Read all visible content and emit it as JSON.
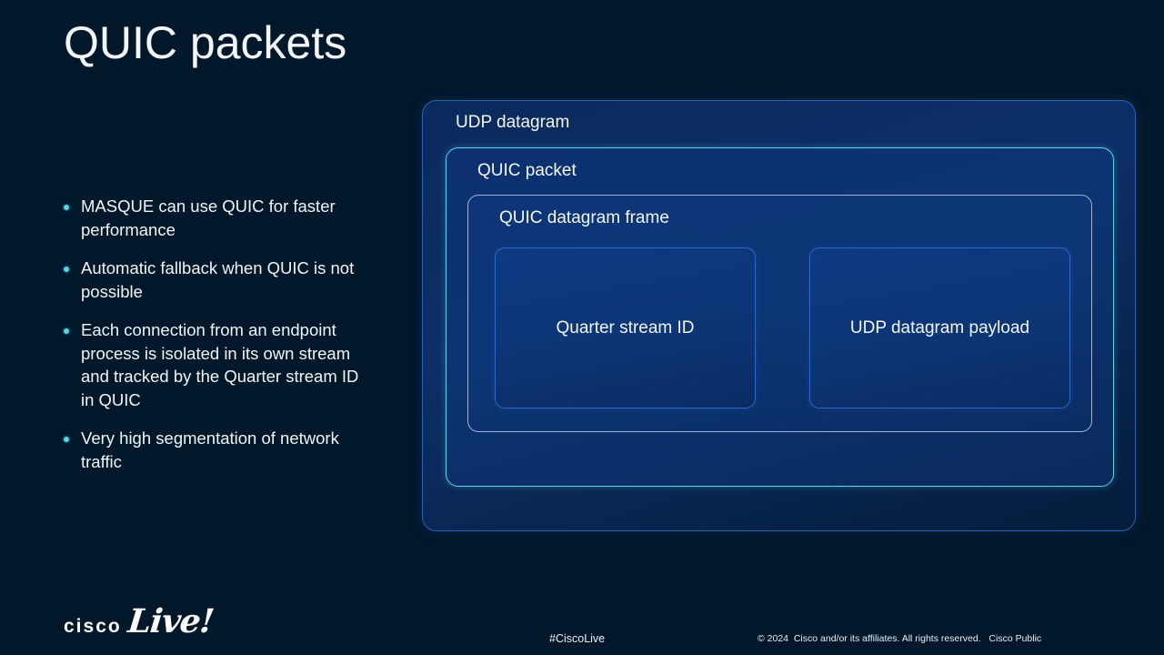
{
  "slide": {
    "title": "QUIC packets",
    "background_color": "#01182b"
  },
  "bullets": {
    "marker_color": "#51d6e0",
    "items": [
      {
        "text": "MASQUE can use QUIC for faster performance"
      },
      {
        "text": "Automatic fallback when QUIC is not possible"
      },
      {
        "text": "Each connection from an endpoint process is isolated in its own stream and tracked by the Quarter stream ID in QUIC"
      },
      {
        "text": "Very high segmentation of network traffic"
      }
    ]
  },
  "diagram": {
    "udp_datagram": {
      "label": "UDP datagram",
      "border_color": "#2a62b8"
    },
    "quic_packet": {
      "label": "QUIC packet",
      "border_color": "#5fd3ea"
    },
    "quic_datagram_frame": {
      "label": "QUIC datagram frame",
      "border_color": "#9fb4d6"
    },
    "fields": [
      {
        "label": "Quarter stream ID",
        "border_color": "#2f66c9"
      },
      {
        "label": "UDP datagram payload",
        "border_color": "#2f66c9"
      }
    ]
  },
  "footer": {
    "logo_cisco": "cisco",
    "logo_live": "Live!",
    "hashtag": "#CiscoLive",
    "copyright": "© 2024  Cisco and/or its affiliates. All rights reserved.   Cisco Public"
  }
}
